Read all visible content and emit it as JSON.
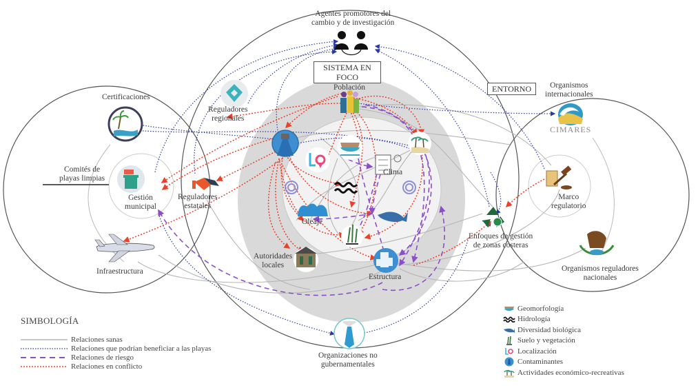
{
  "boxes": {
    "system": "SISTEMA EN\nFOCO",
    "system_line1": "SISTEMA EN",
    "system_line2": "FOCO",
    "environment": "ENTORNO"
  },
  "nodes": {
    "agentes": {
      "line1": "Agentes promotores del",
      "line2": "cambio y de investigación",
      "icon": "people-meeting-icon"
    },
    "poblacion": {
      "label": "Población",
      "icon": "population-icon"
    },
    "reg_regionales": {
      "line1": "Reguladores",
      "line2": "regionales",
      "icon": "regional-regulators-icon"
    },
    "certificaciones": {
      "label": "Certificaciones",
      "icon": "certification-seal-icon"
    },
    "comites": {
      "line1": "Comités de",
      "line2": "playas limpias"
    },
    "gestion": {
      "line1": "Gestión",
      "line2": "municipal",
      "icon": "trash-bin-icon"
    },
    "reg_estatales": {
      "line1": "Reguladores",
      "line2": "estatales",
      "icon": "handshake-icon"
    },
    "infraestructura": {
      "label": "Infraestructura",
      "icon": "airplane-icon"
    },
    "autoridades": {
      "line1": "Autoridades",
      "line2": "locales",
      "icon": "city-hall-icon"
    },
    "estructura": {
      "label": "Estructura",
      "icon": "building-icon"
    },
    "oleaje": {
      "label": "Oleaje",
      "icon": "waves-icon"
    },
    "clima": {
      "label": "Clima",
      "icon": "weather-station-icon"
    },
    "org_internacionales": {
      "line1": "Organismos",
      "line2": "internacionales",
      "icon": "cimares-logo-icon",
      "logo_text": "CIMARES"
    },
    "marco": {
      "line1": "Marco",
      "line2": "regulatorio",
      "icon": "gavel-icon"
    },
    "enfoques": {
      "line1": "Enfoques de gestión",
      "line2": "de zonas costeras",
      "icon": "recycle-globe-icon"
    },
    "org_nacionales": {
      "line1": "Organismos reguladores",
      "line2": "nacionales",
      "icon": "mexico-coat-of-arms-icon"
    },
    "ong": {
      "line1": "Organizaciones no",
      "line2": "gubernamentales",
      "icon": "tie-icon"
    }
  },
  "legend": {
    "title": "SIMBOLOGÍA",
    "items": [
      {
        "label": "Relaciones sanas",
        "style": "solid",
        "color": "#b5b5b5"
      },
      {
        "label": "Relaciones que podrían beneficiar a las playas",
        "style": "dotted",
        "color": "#2b3a9e"
      },
      {
        "label": "Relaciones de riesgo",
        "style": "dashed",
        "color": "#8a4fc7"
      },
      {
        "label": "Relaciones en conflicto",
        "style": "dotted",
        "color": "#e8412c"
      }
    ]
  },
  "categories": [
    {
      "label": "Geomorfología",
      "icon": "geomorphology-icon"
    },
    {
      "label": "Hidrología",
      "icon": "hydrology-icon"
    },
    {
      "label": "Diversidad biológica",
      "icon": "marlin-icon"
    },
    {
      "label": "Suelo y vegetación",
      "icon": "vegetation-icon"
    },
    {
      "label": "Localización",
      "icon": "location-pin-icon"
    },
    {
      "label": "Contaminantes",
      "icon": "pollutant-pipe-icon"
    },
    {
      "label": "Actividades económico-recreativas",
      "icon": "beach-palms-icon"
    }
  ],
  "colors": {
    "healthy": "#b5b5b5",
    "beneficial": "#2b3a9e",
    "risk": "#8a4fc7",
    "conflict": "#e8412c",
    "focus_outer": "#d9d9d9",
    "focus_inner": "#f2f2f2"
  }
}
